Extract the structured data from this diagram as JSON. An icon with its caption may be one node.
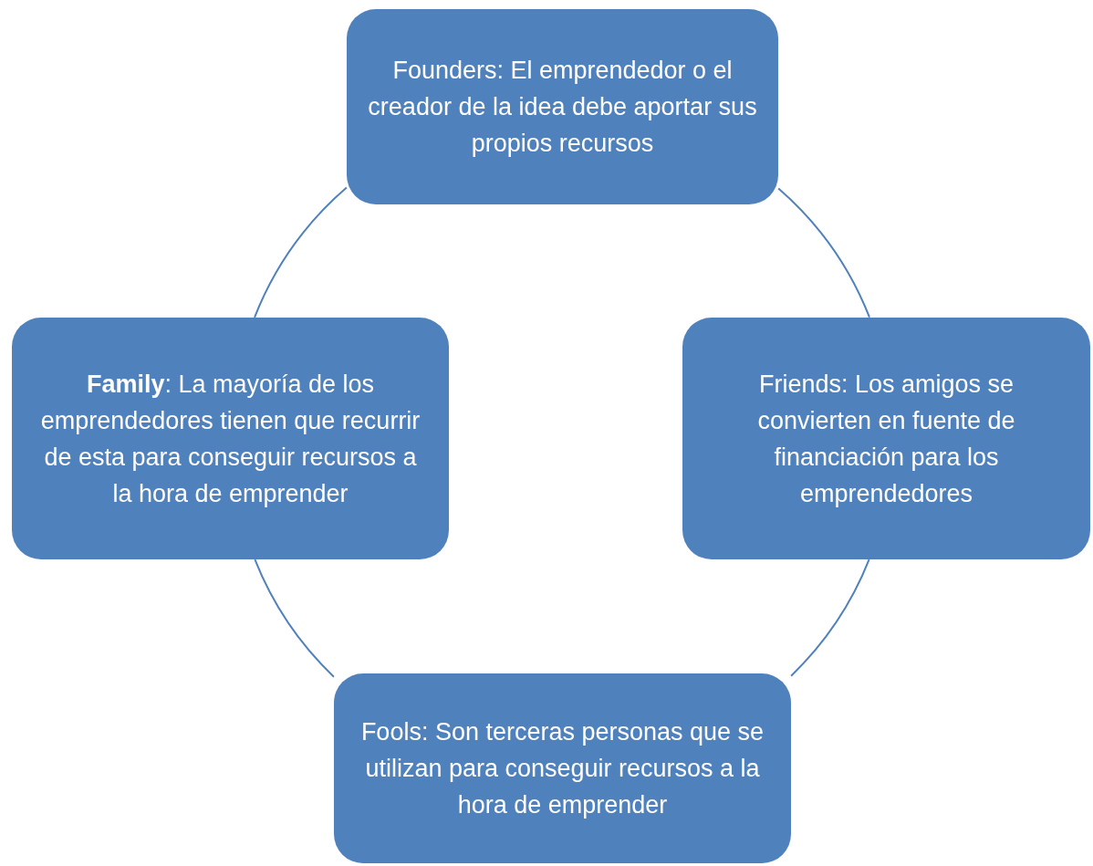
{
  "diagram": {
    "nodes": [
      {
        "text": [
          "Founders: El emprendedor o el creador de la idea debe aportar sus propios recursos"
        ]
      },
      {
        "text": [
          "Friends: Los amigos se convierten en fuente de financiación para los emprendedores"
        ]
      },
      {
        "text": [
          "Fools: Son  terceras personas que se utilizan para conseguir recursos a la hora de emprender"
        ]
      },
      {
        "text": [
          "**Family**: La mayoría de los emprendedores  tienen que recurrir de esta para conseguir recursos a la hora de emprender"
        ]
      }
    ],
    "edges": [
      {
        "from": 0,
        "to": 1,
        "arrow": "none"
      },
      {
        "from": 1,
        "to": 2,
        "arrow": "none"
      },
      {
        "from": 2,
        "to": 3,
        "arrow": "none"
      },
      {
        "from": 3,
        "to": 0,
        "arrow": "none"
      }
    ]
  }
}
